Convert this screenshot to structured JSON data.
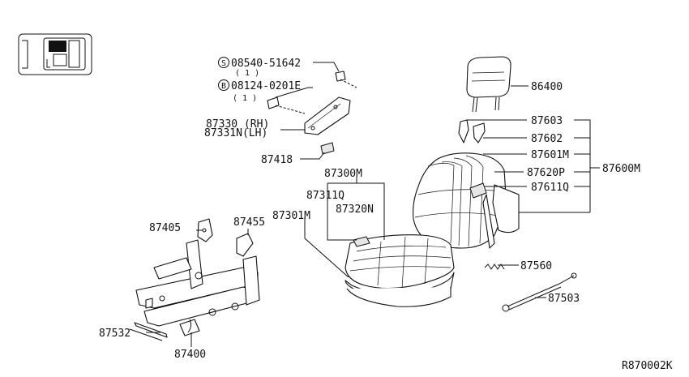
{
  "labels": {
    "p86400": "86400",
    "p87603": "87603",
    "p87602": "87602",
    "p87601M": "87601M",
    "p87620P": "87620P",
    "p87611Q": "87611Q",
    "p87600M": "87600M",
    "s_screw_code": "08540-51642",
    "s_screw_qty": "( 1 )",
    "b_bolt_code": "08124-0201E",
    "b_bolt_qty": "( 1 )",
    "p87330": "87330 (RH)",
    "p87331N": "87331N(LH)",
    "p87418": "87418",
    "p87300M": "87300M",
    "p87311Q": "87311Q",
    "p87320N": "87320N",
    "p87301M": "87301M",
    "p87405": "87405",
    "p87455": "87455",
    "p87560": "87560",
    "p87503": "87503",
    "p87532": "87532",
    "p87400": "87400",
    "drawing_ref": "R870002K"
  },
  "symbols": {
    "screw_symbol": "S",
    "bolt_symbol": "B"
  },
  "icons": [
    "seat-location-icon"
  ]
}
